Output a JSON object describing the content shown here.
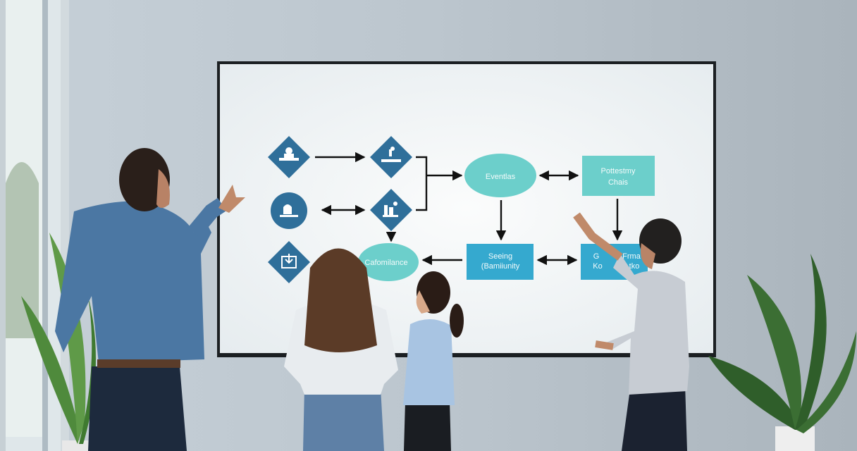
{
  "diagram": {
    "nodes": {
      "eventlas": "Eventlas",
      "pottestmy_line1": "Pottestmy",
      "pottestmy_line2": "Chais",
      "seeing_line1": "Seeing",
      "seeing_line2": "(Bamiiunity",
      "cafomilance": "Cafomilance",
      "occluded_line1_a": "G",
      "occluded_line1_b": "Frma",
      "occluded_line2_a": "Ko",
      "occluded_line2_b": "tko"
    },
    "icons": [
      "worker-icon",
      "tool-icon",
      "person-icon",
      "factory-icon",
      "inbox-icon"
    ]
  },
  "colors": {
    "diamond": "#2f6f9a",
    "teal": "#6ccfcb",
    "blue_box": "#35a9cf",
    "screen": "#f4f7f8",
    "wall": "#b9c3cb"
  }
}
